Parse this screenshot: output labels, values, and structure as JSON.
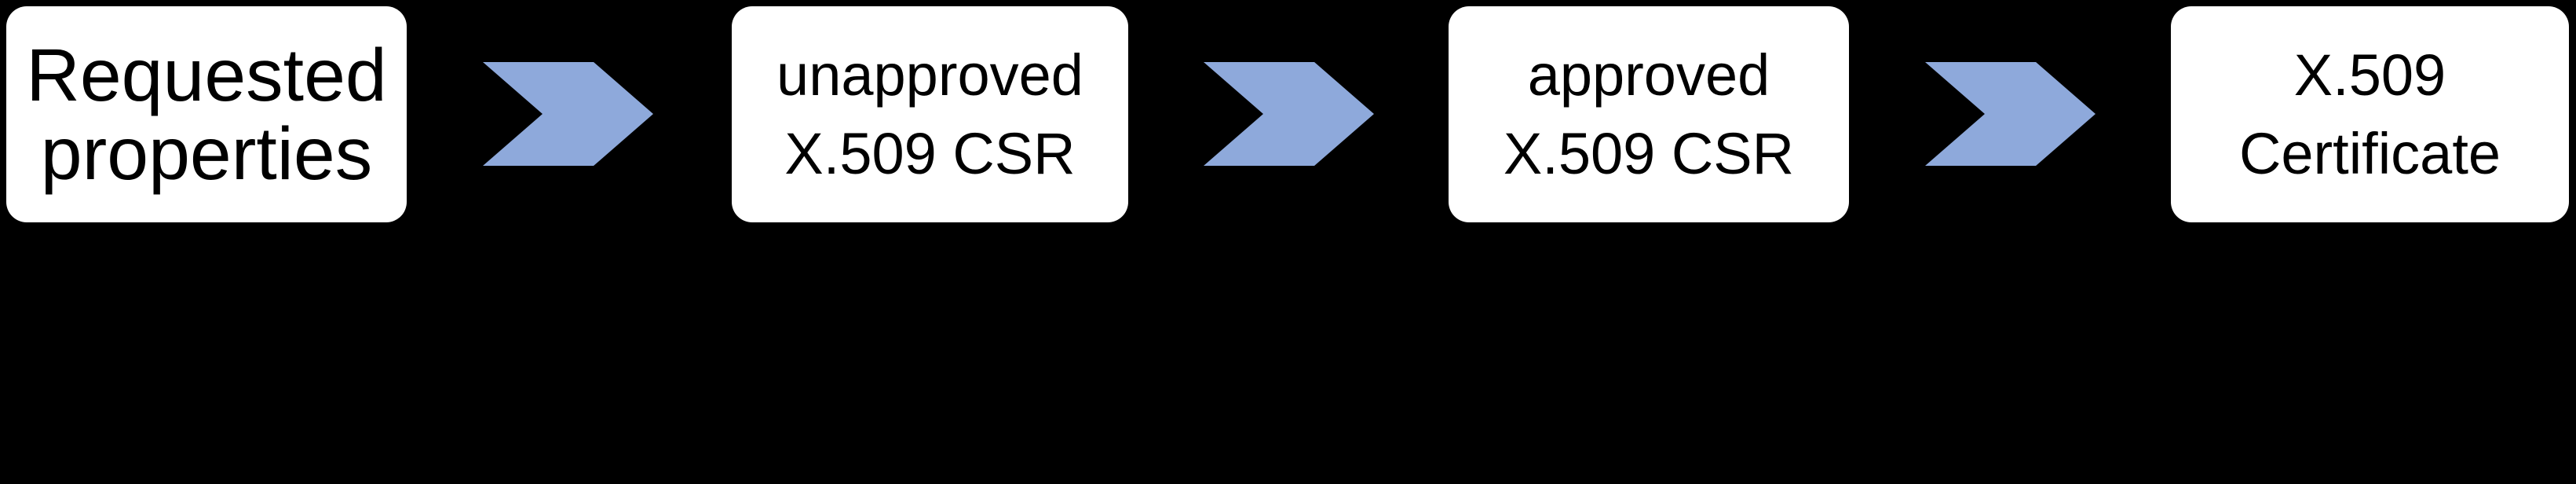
{
  "diagram": {
    "colors": {
      "background": "#000000",
      "box_fill": "#FFFFFF",
      "box_text": "#000000",
      "arrow": "#8EA9DB"
    },
    "arrow_icon": "chevron-right",
    "steps": [
      {
        "line1": "Requested",
        "line2": "properties"
      },
      {
        "line1": "unapproved",
        "line2": "X.509 CSR"
      },
      {
        "line1": "approved",
        "line2": "X.509 CSR"
      },
      {
        "line1": "X.509",
        "line2": "Certificate"
      }
    ]
  }
}
